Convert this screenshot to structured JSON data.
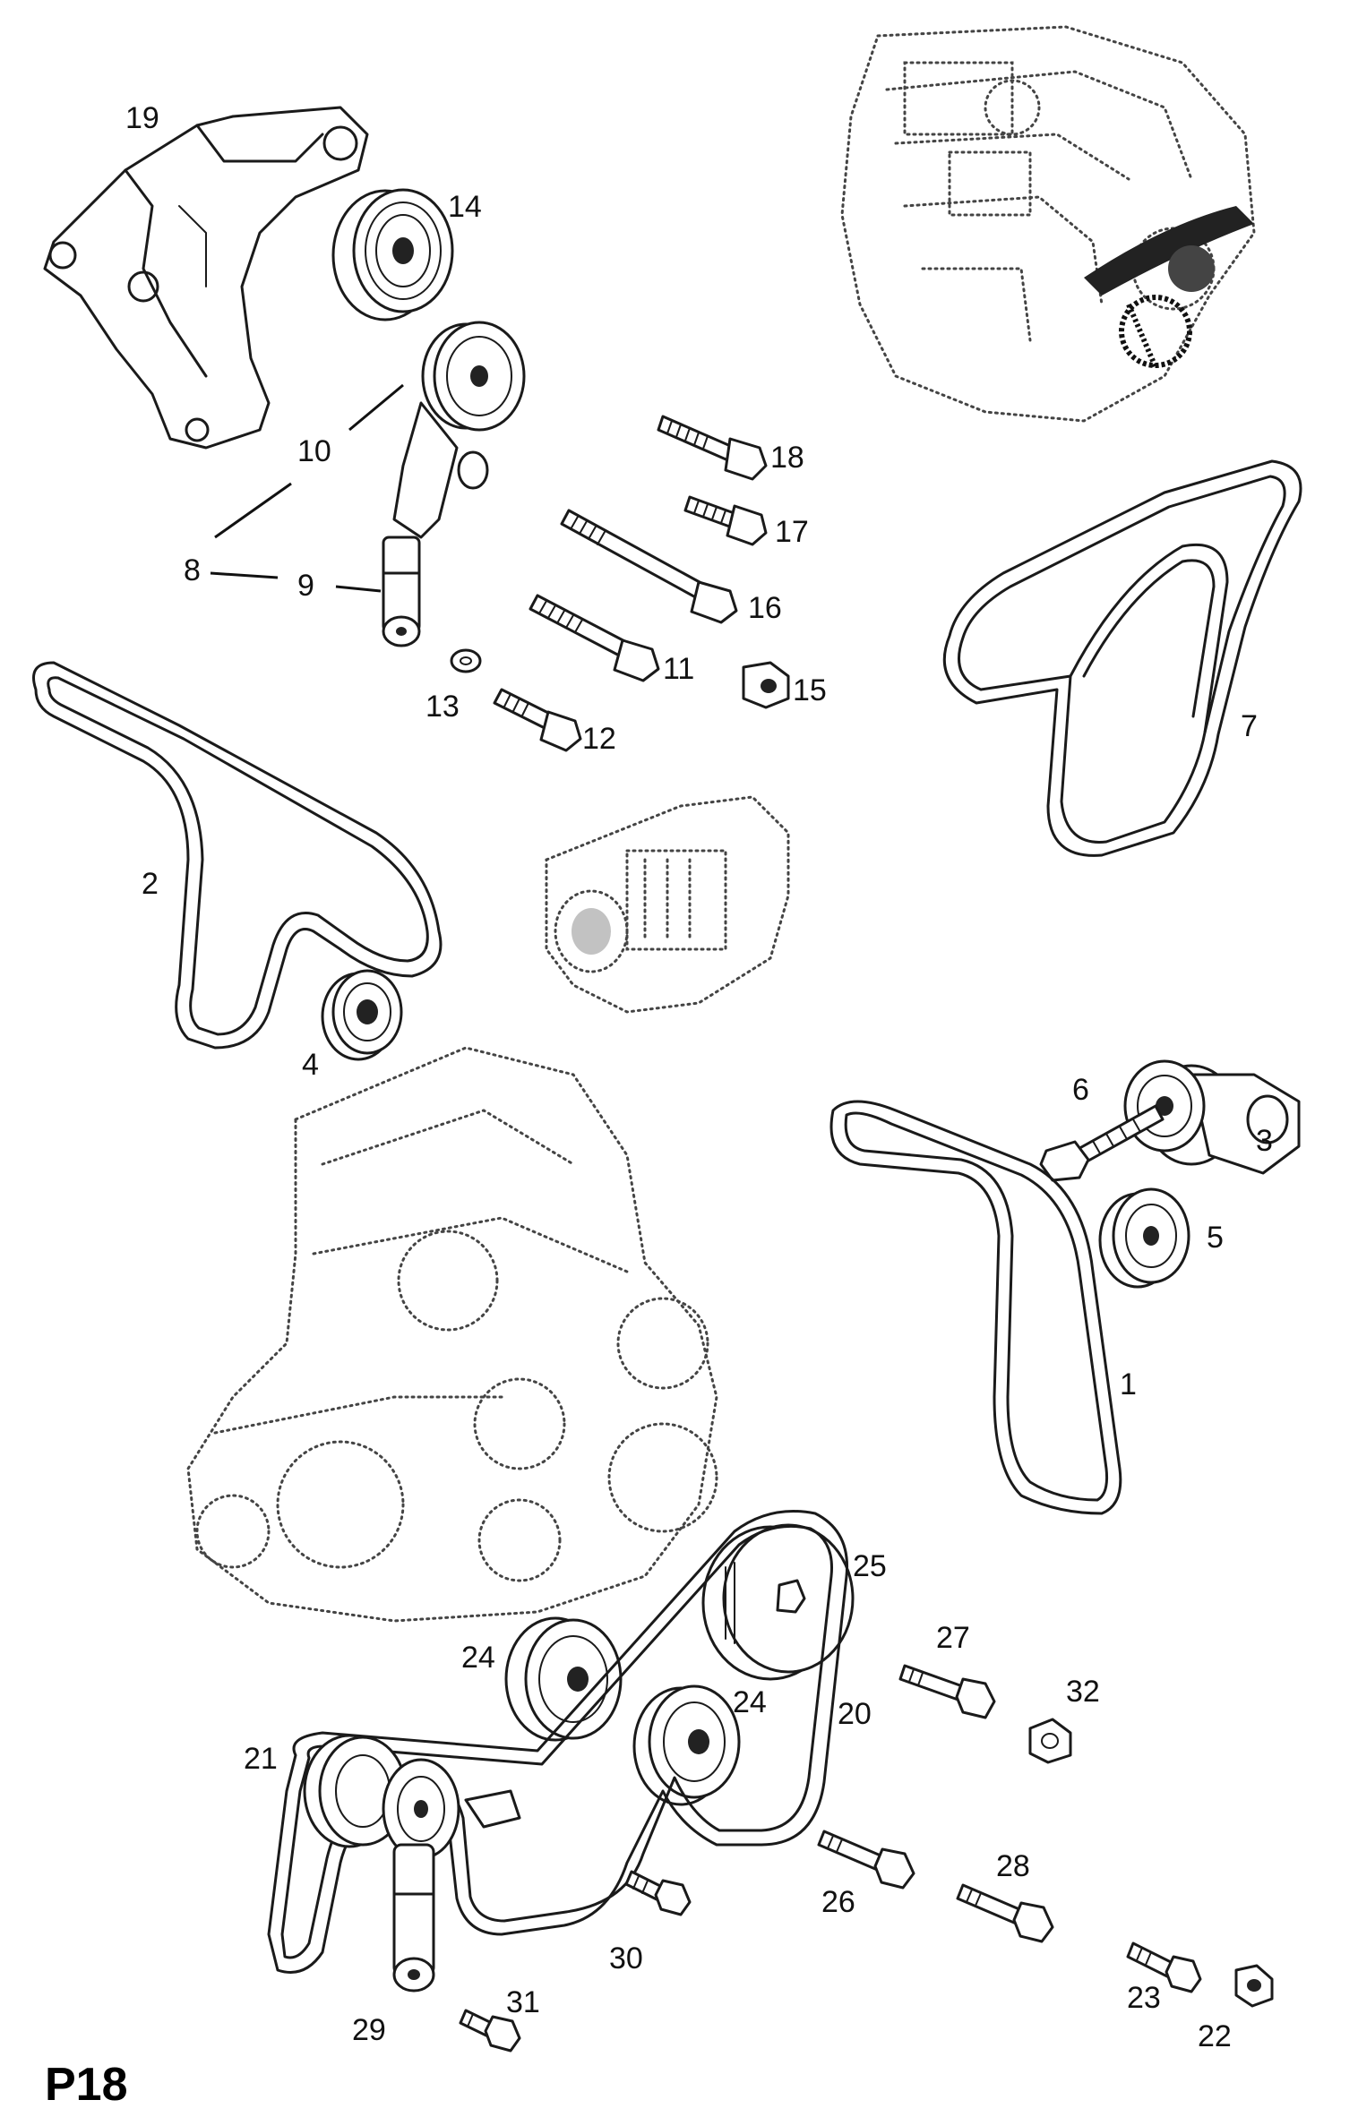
{
  "page_code": "P18",
  "part_labels": [
    "19",
    "14",
    "10",
    "8",
    "9",
    "18",
    "17",
    "16",
    "11",
    "13",
    "12",
    "15",
    "7",
    "2",
    "4",
    "6",
    "3",
    "5",
    "1",
    "25",
    "27",
    "24",
    "24",
    "32",
    "21",
    "20",
    "26",
    "28",
    "30",
    "23",
    "29",
    "31",
    "22"
  ]
}
